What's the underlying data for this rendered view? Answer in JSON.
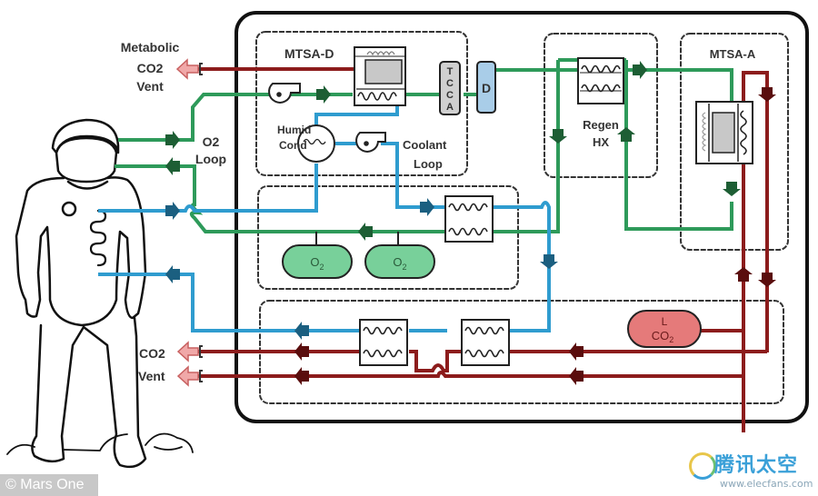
{
  "diagram": {
    "title": "Spacesuit Portable Life Support System schematic",
    "colors": {
      "o2_loop": "#2e9a5a",
      "coolant_loop": "#2f9ccf",
      "co2_line": "#8c1c1c",
      "arrow_green": "#1d5e34",
      "arrow_blue": "#1b5f80",
      "arrow_red": "#5a0d0d",
      "vent_arrow": "#e89090",
      "o2_tank_fill": "#78d09a",
      "lco2_fill": "#e57a7a",
      "dehumid_fill": "#a9cde8",
      "tcca_fill": "#d0d0d0",
      "sorbent_fill": "#c8c8c8",
      "box_stroke": "#222222"
    },
    "labels": {
      "metabolic_vent_line1": "Metabolic",
      "metabolic_vent_line2": "CO2",
      "metabolic_vent_line3": "Vent",
      "o2_loop_line1": "O2",
      "o2_loop_line2": "Loop",
      "mtsa_d": "MTSA-D",
      "humid_cond_line1": "Humid",
      "humid_cond_line2": "Cond",
      "coolant_loop_line1": "Coolant",
      "coolant_loop_line2": "Loop",
      "tcca_letters": [
        "T",
        "C",
        "C",
        "A"
      ],
      "dehumidifier": "D",
      "regen_hx_line1": "Regen",
      "regen_hx_line2": "HX",
      "mtsa_a": "MTSA-A",
      "o2_tank_1": "O",
      "o2_tank_1_sub": "2",
      "o2_tank_2": "O",
      "o2_tank_2_sub": "2",
      "lco2_line1": "L",
      "lco2_line2": "CO",
      "lco2_sub": "2",
      "co2_vent_line1": "CO2",
      "co2_vent_line2": "Vent"
    },
    "credit": "© Mars One",
    "watermark": {
      "text_cn": "腾讯太空",
      "url": "www.elecfans.com"
    }
  }
}
